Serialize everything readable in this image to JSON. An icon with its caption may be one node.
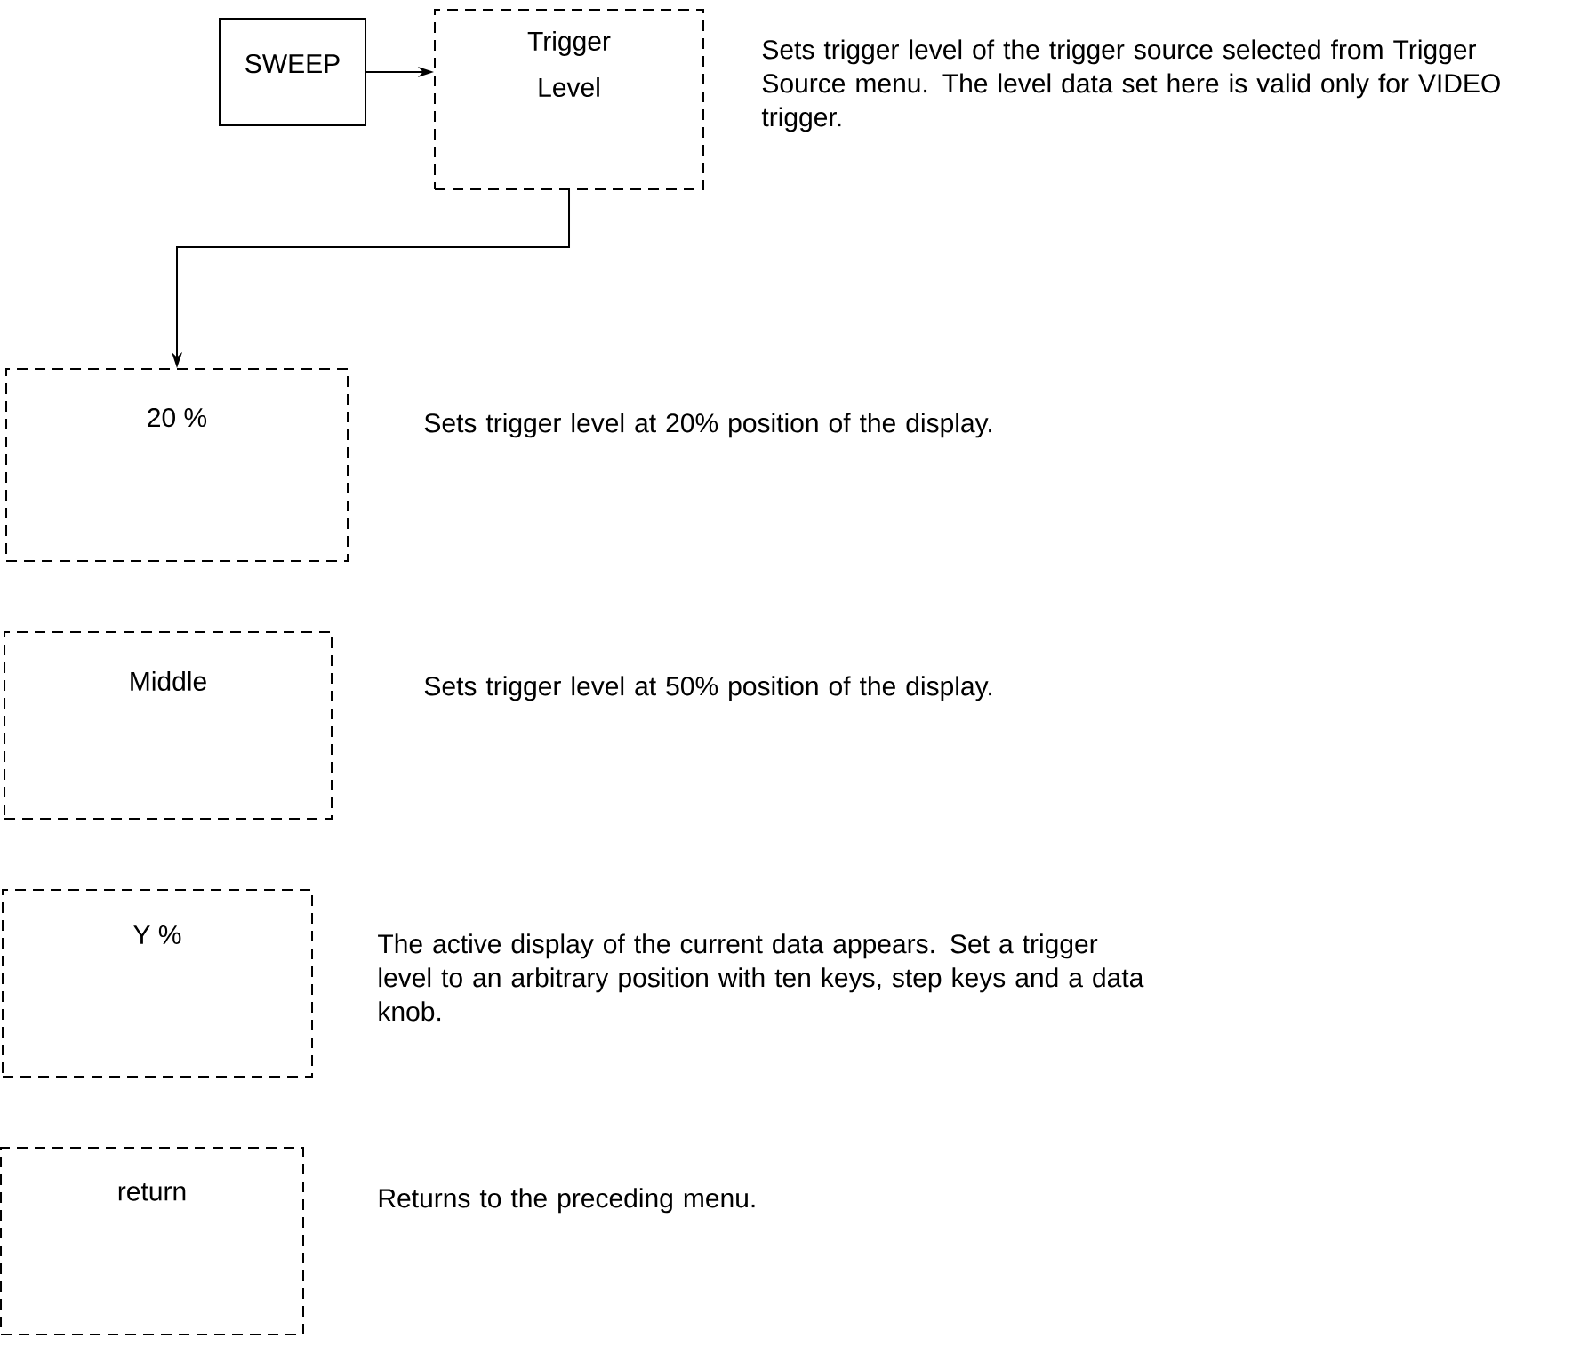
{
  "diagram": {
    "nodes": [
      {
        "text": [
          "SWEEP"
        ]
      },
      {
        "text": [
          "Trigger Level"
        ],
        "beside": [
          "Sets trigger level of the trigger source selected from Trigger Source menu. The level data set here is valid only for VIDEO trigger."
        ]
      },
      {
        "text": [
          "20 %"
        ],
        "beside": [
          "Sets trigger level at 20% position of the display."
        ]
      },
      {
        "text": [
          "Middle"
        ],
        "beside": [
          "Sets trigger level at 50% position of the display."
        ]
      },
      {
        "text": [
          "Y %"
        ],
        "beside": [
          "The active display of the current data appears. Set a trigger level to an arbitrary position with ten keys, step keys and a data knob."
        ]
      },
      {
        "text": [
          "return"
        ],
        "beside": [
          "Returns to the preceding menu."
        ]
      }
    ],
    "edges": [
      {
        "from": 0,
        "to": 1,
        "arrow": "to"
      },
      {
        "from": 1,
        "to": 2,
        "arrow": "to"
      }
    ]
  }
}
